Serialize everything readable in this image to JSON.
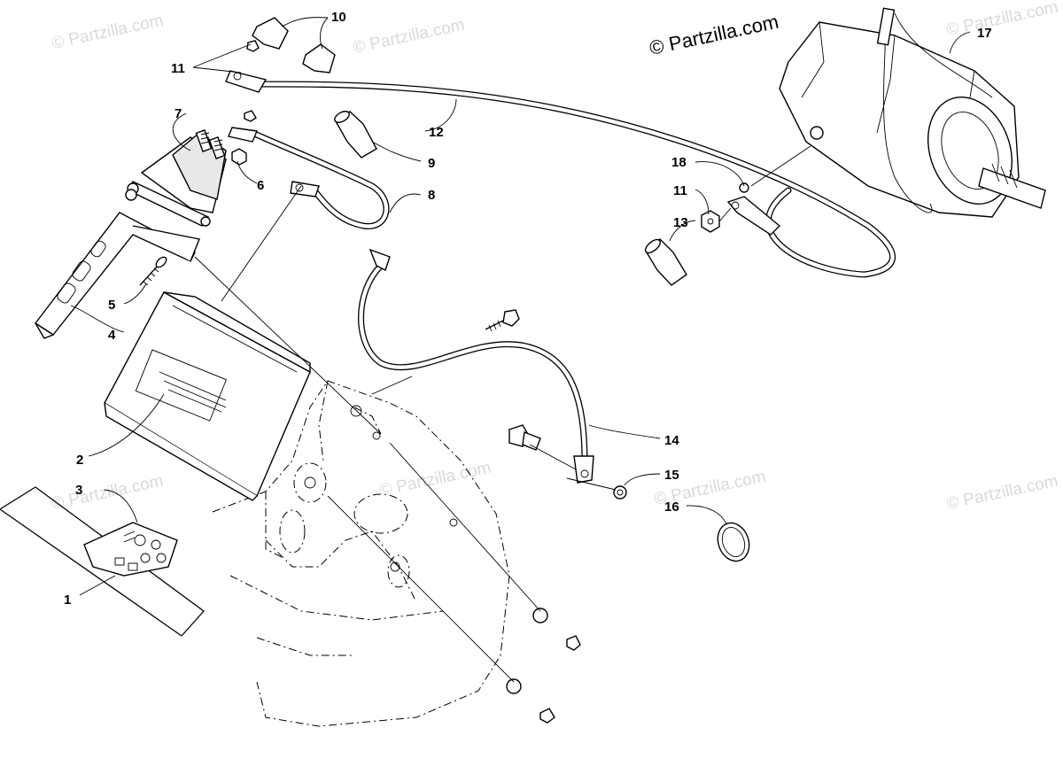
{
  "diagram": {
    "copyright": "© Partzilla.com",
    "watermark": "© Partzilla.com",
    "callouts": [
      {
        "id": "c1",
        "label": "1"
      },
      {
        "id": "c2",
        "label": "2"
      },
      {
        "id": "c3",
        "label": "3"
      },
      {
        "id": "c4",
        "label": "4"
      },
      {
        "id": "c5",
        "label": "5"
      },
      {
        "id": "c6",
        "label": "6"
      },
      {
        "id": "c7",
        "label": "7"
      },
      {
        "id": "c8",
        "label": "8"
      },
      {
        "id": "c9",
        "label": "9"
      },
      {
        "id": "c10",
        "label": "10"
      },
      {
        "id": "c11a",
        "label": "11"
      },
      {
        "id": "c11b",
        "label": "11"
      },
      {
        "id": "c12",
        "label": "12"
      },
      {
        "id": "c13",
        "label": "13"
      },
      {
        "id": "c14",
        "label": "14"
      },
      {
        "id": "c15",
        "label": "15"
      },
      {
        "id": "c16",
        "label": "16"
      },
      {
        "id": "c17",
        "label": "17"
      },
      {
        "id": "c18",
        "label": "18"
      }
    ]
  }
}
